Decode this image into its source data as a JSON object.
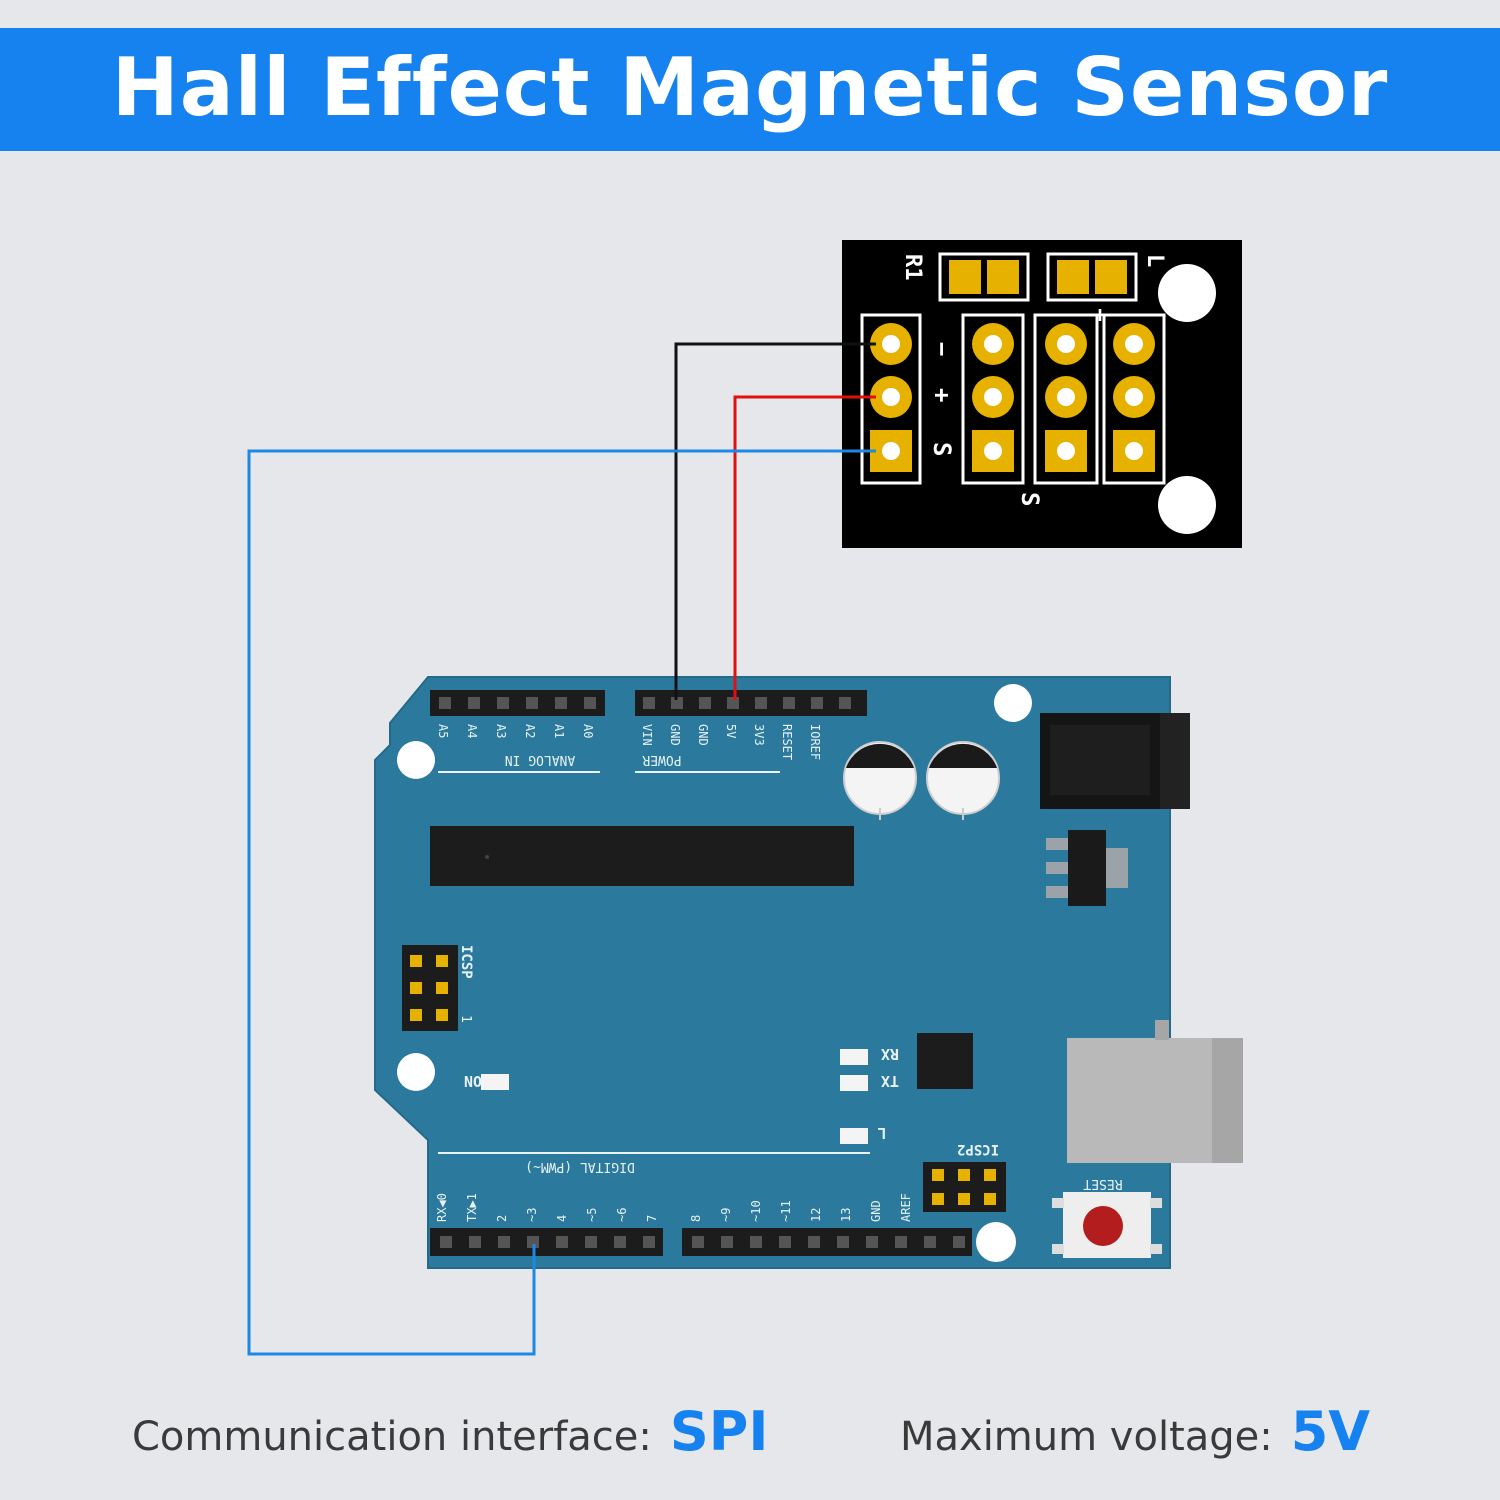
{
  "title": "Hall Effect Magnetic Sensor",
  "sensor": {
    "r1_label": "R1",
    "l_label": "L",
    "pin_minus": "−",
    "pin_plus": "+",
    "pin_s": "S",
    "plus_top": "+",
    "s_bottom": "S"
  },
  "arduino": {
    "analog_pins": [
      "A5",
      "A4",
      "A3",
      "A2",
      "A1",
      "A0"
    ],
    "analog_label": "ANALOG IN",
    "power_pins": [
      "VIN",
      "GND",
      "GND",
      "5V",
      "3V3",
      "RESET",
      "IOREF"
    ],
    "power_label": "POWER",
    "icsp_label": "ICSP",
    "icsp_pin1": "1",
    "on_label": "ON",
    "rx_label": "RX",
    "tx_label": "TX",
    "l_led_label": "L",
    "digital_label": "DIGITAL (PWM~)",
    "digital_pins_low": [
      "RX◀0",
      "TX▶1",
      "2",
      "~3",
      "4",
      "~5",
      "~6",
      "7"
    ],
    "digital_pins_high": [
      "8",
      "~9",
      "~10",
      "~11",
      "12",
      "13",
      "GND",
      "AREF"
    ],
    "icsp2_label": "ICSP2",
    "reset_label": "RESET"
  },
  "colors": {
    "accent": "#1682f0",
    "board": "#2b7a9e",
    "pcb": "#000000",
    "gold": "#e7b100",
    "wire_gnd": "#111111",
    "wire_vcc": "#e01010",
    "wire_signal": "#1e88e5"
  },
  "footer": {
    "interface_label": "Communication interface:",
    "interface_value": "SPI",
    "voltage_label": "Maximum voltage:",
    "voltage_value": "5V"
  }
}
